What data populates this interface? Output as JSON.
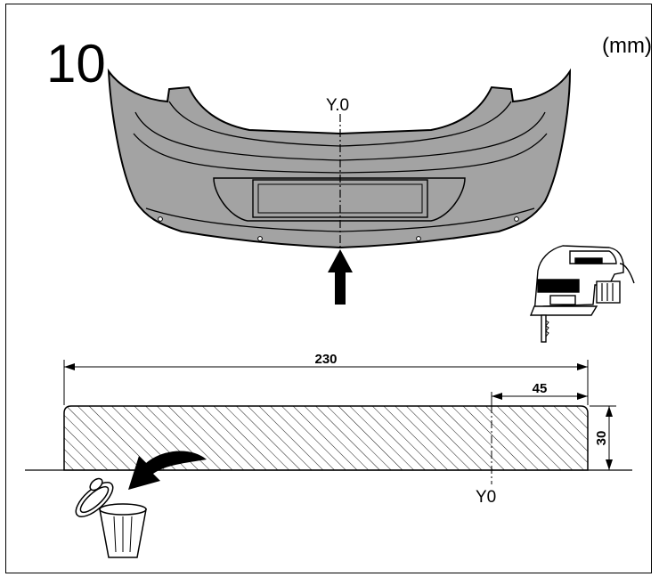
{
  "step_number": "10",
  "unit_label": "(mm)",
  "bumper_axis_label": "Y.0",
  "profile": {
    "width_value": "230",
    "offset_value": "45",
    "height_value": "30",
    "axis_label": "Y0"
  },
  "icons": [
    "bumper-icon",
    "up-arrow-icon",
    "jigsaw-icon",
    "trash-bin-icon",
    "curved-arrow-icon"
  ],
  "colors": {
    "bumper_fill": "#a3a3a3",
    "line": "#000000",
    "background": "#ffffff"
  }
}
